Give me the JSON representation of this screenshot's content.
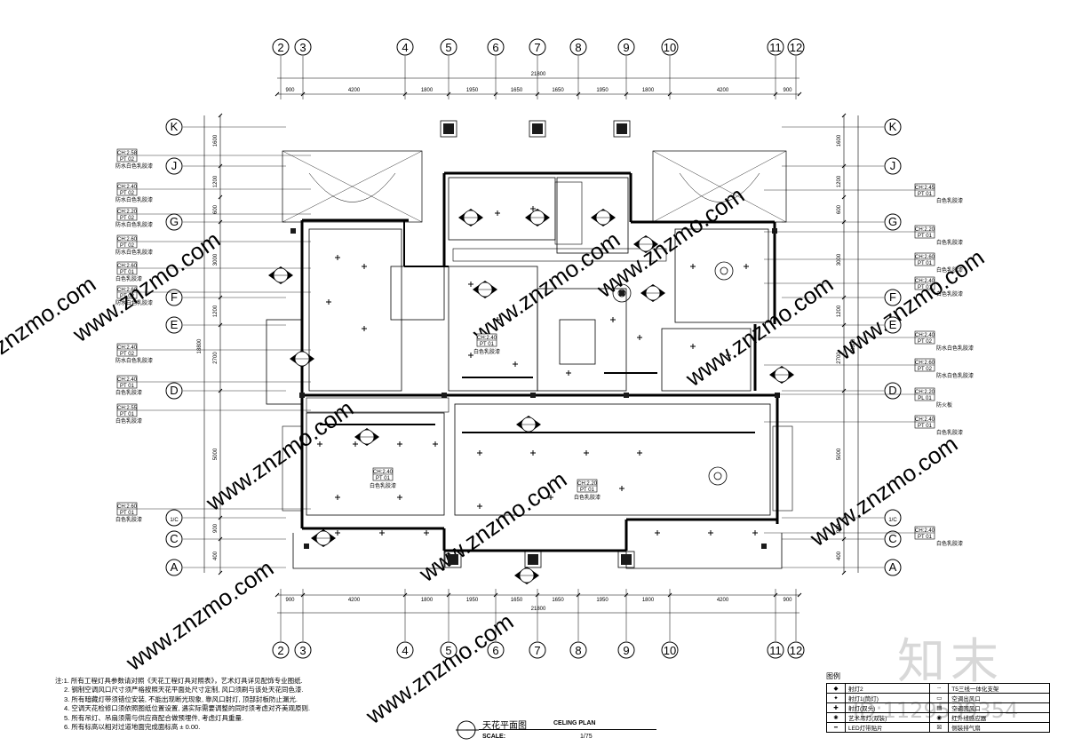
{
  "grid": {
    "columns": [
      "2",
      "3",
      "4",
      "5",
      "6",
      "7",
      "8",
      "9",
      "10",
      "11",
      "12"
    ],
    "rows": [
      "K",
      "J",
      "G",
      "F",
      "E",
      "D",
      "1/C",
      "C",
      "A"
    ]
  },
  "dimensions": {
    "total": "21800",
    "segments": [
      "900",
      "4200",
      "1800",
      "1950",
      "1650",
      "1650",
      "1950",
      "1800",
      "4200",
      "900"
    ],
    "vertical_left": [
      "1600",
      "1200",
      "600",
      "3000",
      "1200",
      "2700",
      "5000",
      "900",
      "400"
    ],
    "vertical_total": "18800"
  },
  "left_tags": [
    {
      "ch": "CH:2.58",
      "pt": "PT 02",
      "desc": "防水白色乳胶漆"
    },
    {
      "ch": "CH:2.40",
      "pt": "PT 02",
      "desc": "防水白色乳胶漆"
    },
    {
      "ch": "CH:2.20",
      "pt": "PT 02",
      "desc": "防水白色乳胶漆"
    },
    {
      "ch": "CH:2.60",
      "pt": "PT 02",
      "desc": "防水白色乳胶漆"
    },
    {
      "ch": "CH:2.60",
      "pt": "PT 01",
      "desc": "白色乳胶漆"
    },
    {
      "ch": "CH:2.60",
      "pt": "PT 02",
      "desc": "防水白色乳胶漆"
    },
    {
      "ch": "CH:2.40",
      "pt": "PT 02",
      "desc": "防水白色乳胶漆"
    },
    {
      "ch": "CH:2.40",
      "pt": "PT 01",
      "desc": "白色乳胶漆"
    },
    {
      "ch": "CH:2.55",
      "pt": "PT 01",
      "desc": "白色乳胶漆"
    },
    {
      "ch": "CH:2.60",
      "pt": "PT 01",
      "desc": "白色乳胶漆"
    }
  ],
  "right_tags": [
    {
      "ch": "CH:2.45",
      "pt": "PT 01",
      "desc": "白色乳胶漆"
    },
    {
      "ch": "CH:2.20",
      "pt": "PT 01",
      "desc": "白色乳胶漆"
    },
    {
      "ch": "CH:2.60",
      "pt": "PT 01",
      "desc": "白色乳胶漆"
    },
    {
      "ch": "CH:2.40",
      "pt": "PT 01",
      "desc": "白色乳胶漆"
    },
    {
      "ch": "CH:2.40",
      "pt": "PT 02",
      "desc": "防水白色乳胶漆"
    },
    {
      "ch": "CH:2.60",
      "pt": "PT 02",
      "desc": "防水白色乳胶漆"
    },
    {
      "ch": "CH:2.20",
      "pt": "PL 01",
      "desc": "防火板"
    },
    {
      "ch": "CH:2.40",
      "pt": "PT 01",
      "desc": "白色乳胶漆"
    },
    {
      "ch": "CH:2.40",
      "pt": "PT 01",
      "desc": "白色乳胶漆"
    }
  ],
  "room_tags": [
    {
      "ch": "CH:2.40",
      "pt": "PT 01",
      "desc": "白色乳胶漆"
    },
    {
      "ch": "CH:2.40",
      "pt": "PT 01",
      "desc": "白色乳胶漆"
    },
    {
      "ch": "CH:2.20",
      "pt": "PT 01",
      "desc": "白色乳胶漆"
    }
  ],
  "notes": [
    "注:1. 所有工程灯具参数请对照《天花工程灯具对照表》，艺术灯具详见配饰专业图纸.",
    "2. 钢制空调风口尺寸须严格按照天花平面处尺寸定制, 风口须刷与该处天花同色漆.",
    "3. 所有暗藏灯带须错位安装, 不能出现断光现象, 靠风口射灯, 顶部封板防止漏光.",
    "4. 空调天花检修口须依照图纸位置设置, 遇实际需要调整的同时须考虑对齐美观原则.",
    "5. 所有吊灯、吊扇须需与供应商配合做预埋件, 考虑灯具重量.",
    "6. 所有标高以相对过道地面完成面标高 ± 0.00."
  ],
  "title": {
    "cn": "天花平面图",
    "en": "CELING PLAN",
    "scale_label": "SCALE:",
    "scale_value": "1/75"
  },
  "legend": {
    "heading": "图例",
    "rows": [
      {
        "left": "射灯2",
        "right": "T5三线一体化支架"
      },
      {
        "left": "射灯1(筒灯)",
        "right": "空调出风口"
      },
      {
        "left": "射灯(双头)",
        "right": "空调回风口"
      },
      {
        "left": "艺术吊灯(双装)",
        "right": "红外线感应器"
      },
      {
        "left": "LED灯带贴片",
        "right": "侧装排气扇"
      }
    ]
  },
  "watermarks": {
    "site": "www.znzmo.com",
    "logo": "知末",
    "id": "ID:1129539354"
  },
  "colors": {
    "line": "#000000",
    "watermark": "#d0d0d0",
    "wall_fill": "#1a1a1a"
  }
}
